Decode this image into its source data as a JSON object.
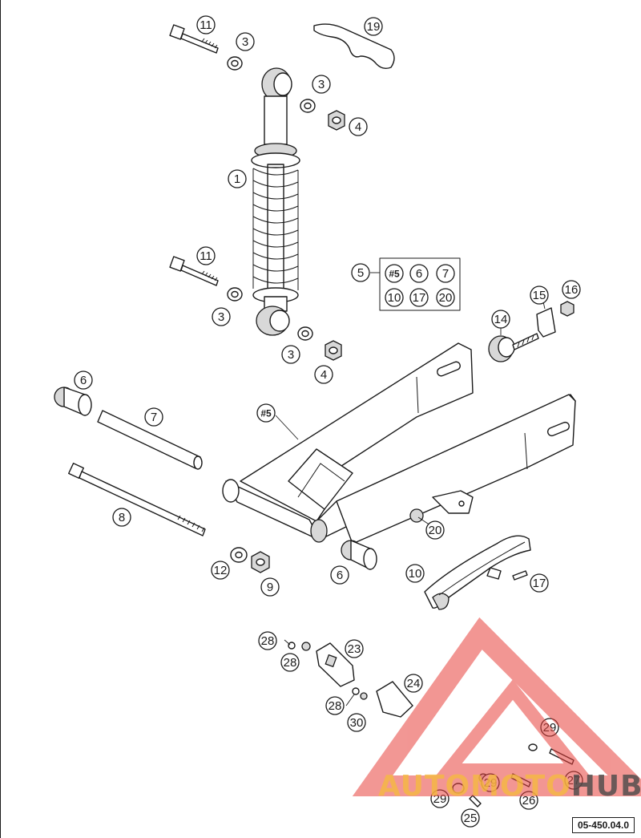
{
  "diagram": {
    "reference_code": "05-450.04.0",
    "kit_box_labels": [
      "#5",
      "6",
      "7",
      "10",
      "17",
      "20"
    ],
    "kit_label": "5",
    "callouts": [
      {
        "label": "11"
      },
      {
        "label": "3"
      },
      {
        "label": "19"
      },
      {
        "label": "3"
      },
      {
        "label": "4"
      },
      {
        "label": "1"
      },
      {
        "label": "11"
      },
      {
        "label": "3"
      },
      {
        "label": "3"
      },
      {
        "label": "4"
      },
      {
        "label": "16"
      },
      {
        "label": "15"
      },
      {
        "label": "14"
      },
      {
        "label": "6"
      },
      {
        "label": "7"
      },
      {
        "label": "#5"
      },
      {
        "label": "8"
      },
      {
        "label": "20"
      },
      {
        "label": "12"
      },
      {
        "label": "9"
      },
      {
        "label": "6"
      },
      {
        "label": "10"
      },
      {
        "label": "17"
      },
      {
        "label": "28"
      },
      {
        "label": "23"
      },
      {
        "label": "28"
      },
      {
        "label": "24"
      },
      {
        "label": "28"
      },
      {
        "label": "30"
      },
      {
        "label": "29"
      },
      {
        "label": "27"
      },
      {
        "label": "29"
      },
      {
        "label": "26"
      },
      {
        "label": "29"
      },
      {
        "label": "25"
      }
    ]
  },
  "watermark": {
    "part1": "AUTOMOTO",
    "part2": "HUB",
    "color_primary": "#e8413c",
    "color_accent": "#f5b941",
    "color_dark": "#4a4a4a"
  }
}
